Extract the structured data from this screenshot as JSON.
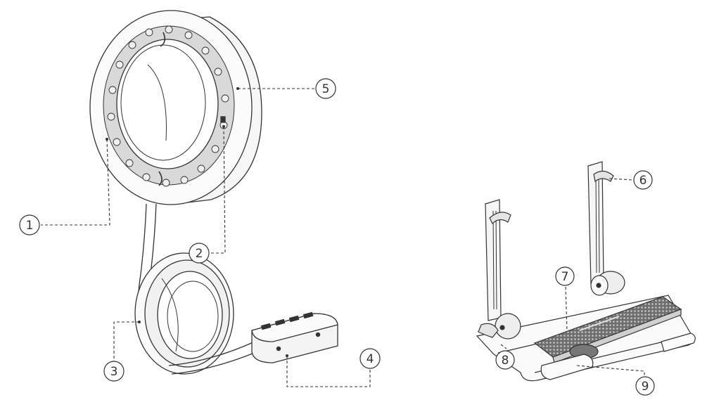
{
  "callouts": [
    {
      "id": "1",
      "label": "①"
    },
    {
      "id": "2",
      "label": "②"
    },
    {
      "id": "3",
      "label": "③"
    },
    {
      "id": "4",
      "label": "④"
    },
    {
      "id": "5",
      "label": "⑤"
    },
    {
      "id": "6",
      "label": "⑥"
    },
    {
      "id": "7",
      "label": "⑦"
    },
    {
      "id": "8",
      "label": "⑧"
    },
    {
      "id": "9",
      "label": "⑨"
    }
  ],
  "colors": {
    "line": "#333333",
    "fill": "#f4f4f4",
    "shade": "#d9d9d9",
    "dark": "#8a8a8a"
  }
}
